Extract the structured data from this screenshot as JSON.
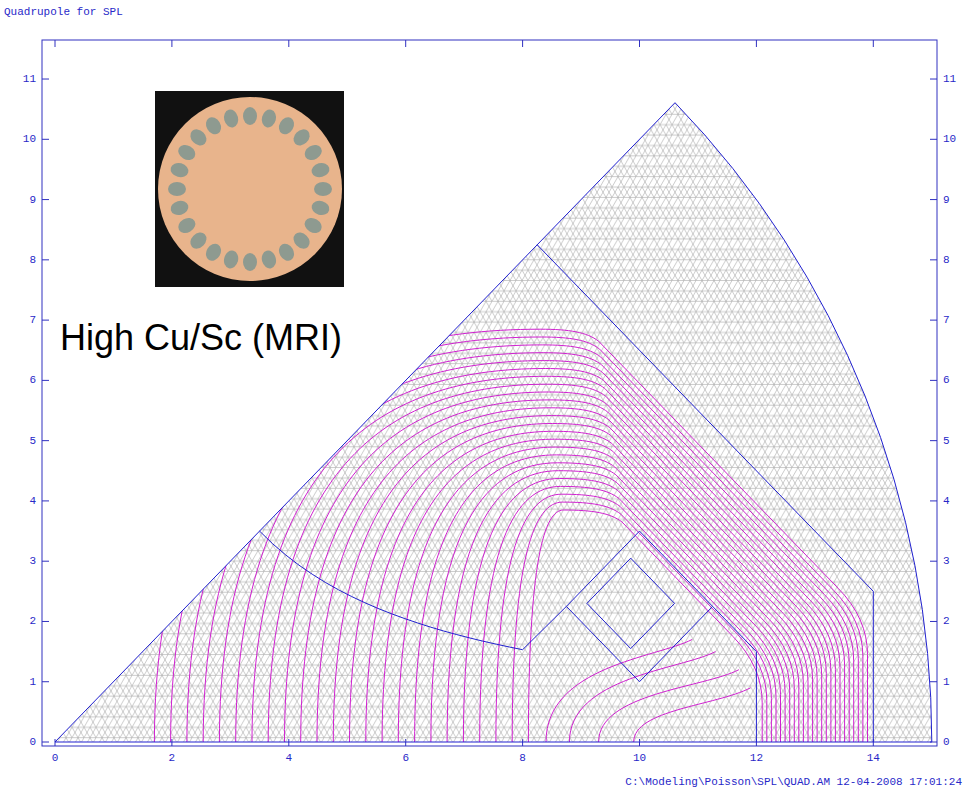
{
  "diagram": {
    "title": "Quadrupole for SPL",
    "labels": [
      "0",
      "2",
      "4",
      "6",
      "8",
      "10",
      "12",
      "14",
      "0",
      "1",
      "2",
      "3",
      "4",
      "5",
      "6",
      "7",
      "8",
      "9",
      "10",
      "11",
      "0",
      "1",
      "2",
      "3",
      "4",
      "5",
      "6",
      "7",
      "8",
      "9",
      "10",
      "11",
      "High Cu/Sc (MRI)",
      "C:\\Modeling\\Poisson\\SPL\\QUAD.AM 12-04-2008 17:01:24"
    ]
  }
}
